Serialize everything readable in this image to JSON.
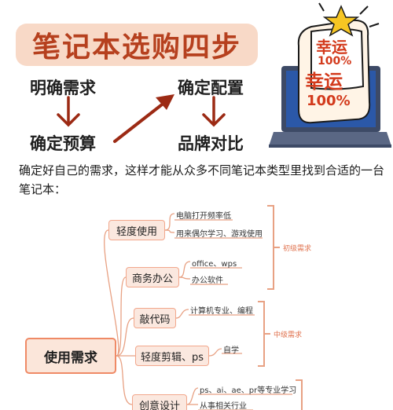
{
  "title": "笔记本选购四步",
  "steps": {
    "s1": "明确需求",
    "s2": "确定配置",
    "s3": "确定预算",
    "s4": "品牌对比"
  },
  "intro": "确定好自己的需求，这样才能从众多不同笔记本类型里找到合适的一台笔记本：",
  "badge": {
    "line1": "幸运",
    "line2": "100%",
    "bg_line1": "幸运",
    "bg_line2": "100%"
  },
  "mindmap": {
    "root": "使用需求",
    "nodes": [
      {
        "label": "轻度使用",
        "leaves": [
          "电脑打开频率低",
          "用来偶尔学习、游戏使用"
        ]
      },
      {
        "label": "商务办公",
        "leaves": [
          "office、wps",
          "办公软件"
        ]
      },
      {
        "label": "敲代码",
        "leaves": [
          "计算机专业、编程"
        ]
      },
      {
        "label": "轻度剪辑、ps",
        "leaves": [
          "自学"
        ]
      },
      {
        "label": "创意设计",
        "leaves": [
          "ps、ai、ae、pr等专业学习",
          "从事相关行业"
        ]
      }
    ],
    "tags": [
      "初级需求",
      "中级需求"
    ]
  },
  "colors": {
    "accent": "#b6401e",
    "title_bg": "#f8d9c7",
    "arrow": "#9c2a14",
    "node_bg": "#fbe8df",
    "node_border": "#f2a78c",
    "line": "#e8a183"
  }
}
